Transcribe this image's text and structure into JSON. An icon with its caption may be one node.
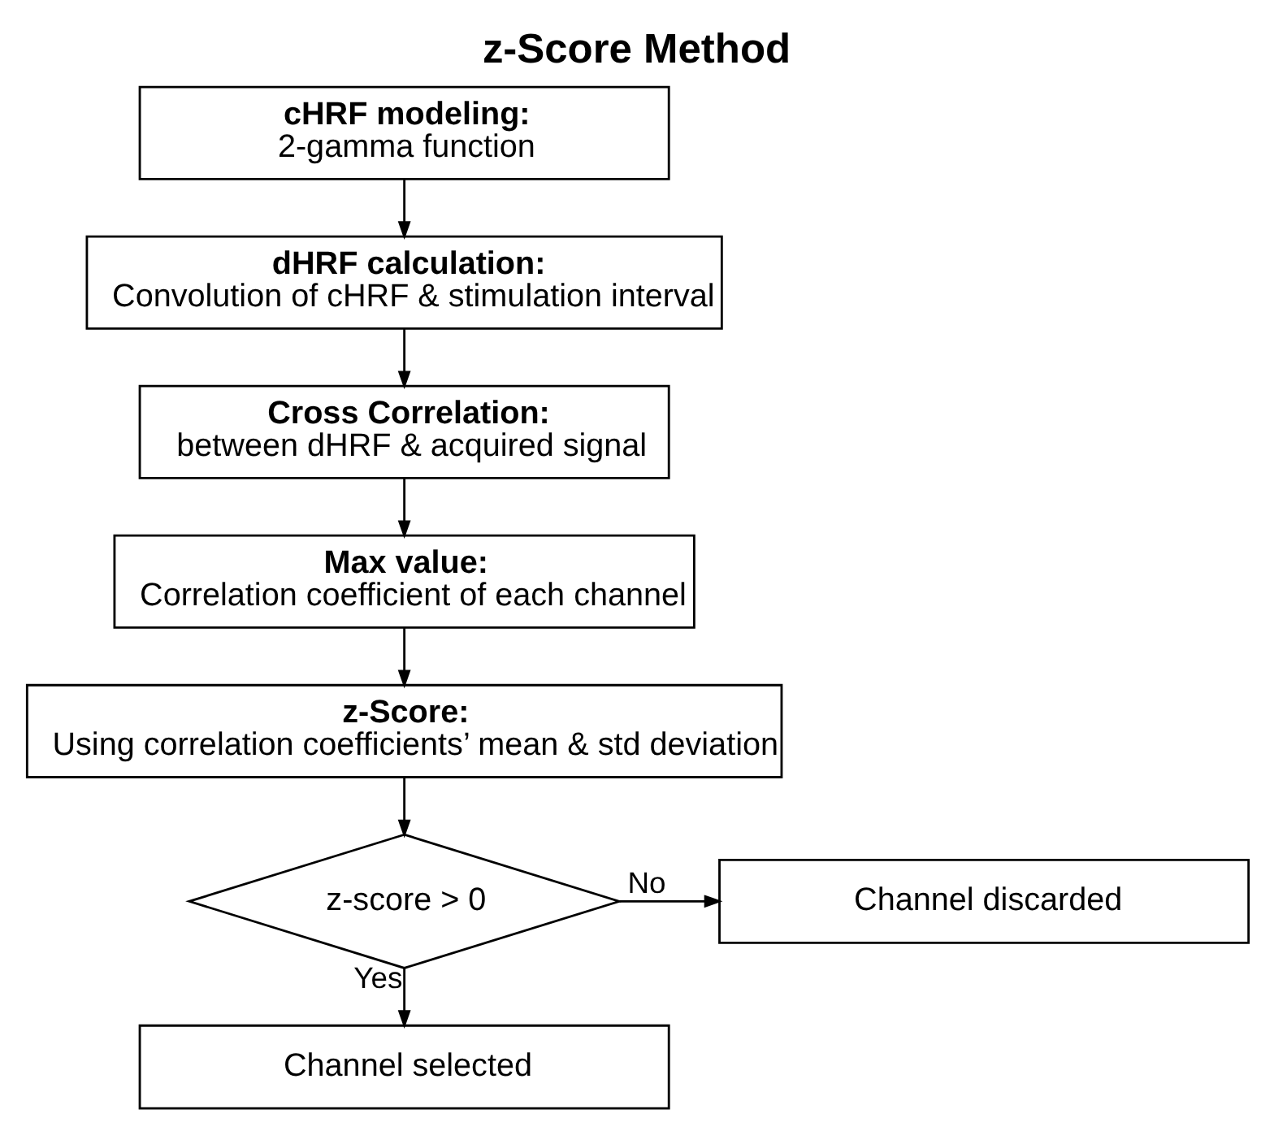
{
  "diagram": {
    "title": "z-Score Method",
    "nodes": [
      {
        "text": [
          "cHRF modeling:",
          "2-gamma function"
        ]
      },
      {
        "text": [
          "dHRF calculation:",
          "Convolution of cHRF & stimulation interval"
        ]
      },
      {
        "text": [
          "Cross Correlation:",
          "between dHRF & acquired signal"
        ]
      },
      {
        "text": [
          "Max value:",
          "Correlation coefficient of each channel"
        ]
      },
      {
        "text": [
          "z-Score:",
          "Using correlation coefficients’ mean & std deviation"
        ]
      },
      {
        "text": [
          "z-score > 0"
        ]
      },
      {
        "text": [
          "Channel discarded"
        ]
      },
      {
        "text": [
          "Channel selected"
        ]
      }
    ],
    "edges": [
      {
        "from": 0,
        "to": 1,
        "arrow": "to"
      },
      {
        "from": 1,
        "to": 2,
        "arrow": "to"
      },
      {
        "from": 2,
        "to": 3,
        "arrow": "to"
      },
      {
        "from": 3,
        "to": 4,
        "arrow": "to"
      },
      {
        "from": 4,
        "to": 5,
        "arrow": "to"
      },
      {
        "from": 5,
        "to": 6,
        "arrow": "to",
        "label": "No"
      },
      {
        "from": 5,
        "to": 7,
        "arrow": "to",
        "label": "Yes"
      }
    ]
  }
}
